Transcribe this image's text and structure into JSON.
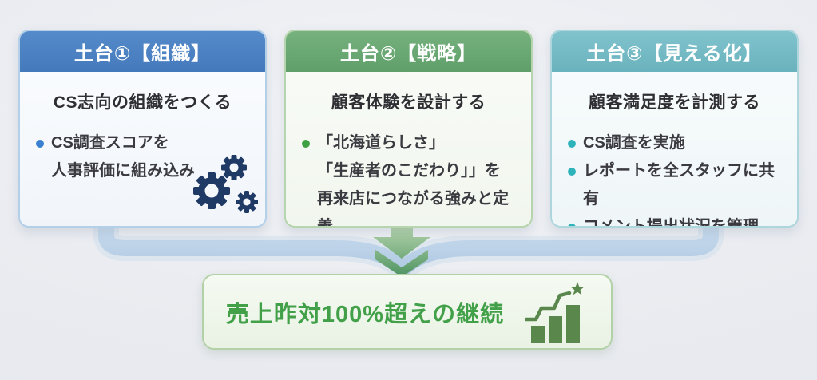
{
  "background_color": "#e9ebf0",
  "cards": [
    {
      "header": "土台①【組織】",
      "heading": "CS志向の組織をつくる",
      "bullets": [
        {
          "lines": [
            "CS調査スコアを",
            "人事評価に組み込み"
          ]
        }
      ],
      "icon": "gears-icon",
      "accent_color": "#4a80c3",
      "bullet_color": "#3a80d0"
    },
    {
      "header": "土台②【戦略】",
      "heading": "顧客体験を設計する",
      "bullets": [
        {
          "lines": [
            "「北海道らしさ」",
            "「生産者のこだわり」」を",
            "再来店につながる強みと定義"
          ]
        }
      ],
      "accent_color": "#69a873",
      "bullet_color": "#3da043"
    },
    {
      "header": "土台③【見える化】",
      "heading": "顧客満足度を計測する",
      "bullets": [
        {
          "lines": [
            "CS調査を実施"
          ]
        },
        {
          "lines": [
            "レポートを全スタッフに共有"
          ]
        },
        {
          "lines": [
            "コメント提出状況を管理"
          ]
        }
      ],
      "accent_color": "#74bbc6",
      "bullet_color": "#2fb3ba"
    }
  ],
  "connector": {
    "band_color": "#b3cce5",
    "arrow_icon": "down-arrow-icon",
    "arrow_gradient_top": "#c6dfb8",
    "arrow_gradient_bottom": "#4c9260"
  },
  "result": {
    "label": "売上昨対100%超えの継続",
    "text_color": "#42a049",
    "icon": "growth-chart-icon",
    "icon_color": "#5a874b"
  }
}
